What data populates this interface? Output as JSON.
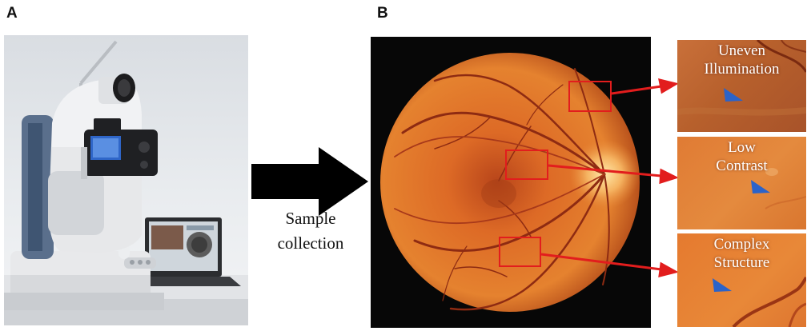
{
  "panels": {
    "a": {
      "letter": "A"
    },
    "b": {
      "letter": "B"
    }
  },
  "process": {
    "line1": "Sample",
    "line2": "collection"
  },
  "insets": [
    {
      "line1": "Uneven",
      "line2": "Illumination"
    },
    {
      "line1": "Low",
      "line2": "Contrast"
    },
    {
      "line1": "Complex",
      "line2": "Structure"
    }
  ],
  "colors": {
    "highlight": "#e21d1d",
    "pointer": "#2b63c9",
    "retina": "#d9641f"
  },
  "icons": {
    "pointer": "blue-triangle-icon"
  }
}
